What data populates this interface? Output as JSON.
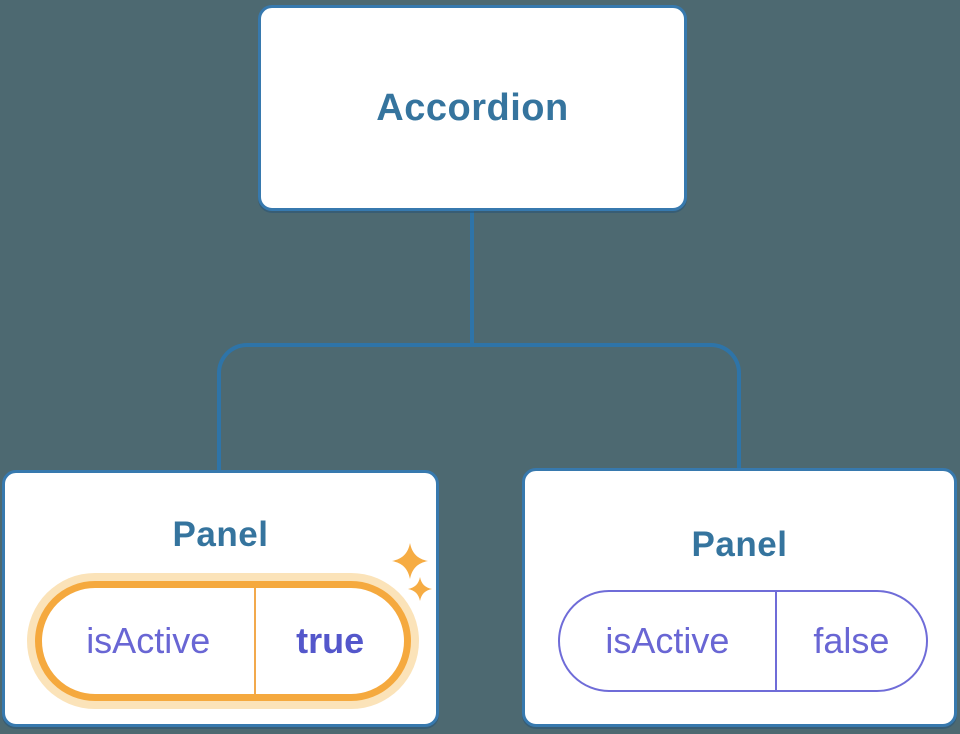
{
  "diagram": {
    "kind": "component-tree",
    "root": {
      "label": "Accordion"
    },
    "panels": [
      {
        "title": "Panel",
        "state": {
          "name": "isActive",
          "value": "true"
        },
        "highlighted": true
      },
      {
        "title": "Panel",
        "state": {
          "name": "isActive",
          "value": "false"
        },
        "highlighted": false
      }
    ]
  },
  "icons": [
    {
      "name": "sparkle-icon",
      "meaning": "state-just-changed highlight"
    }
  ],
  "colors": {
    "background": "#4D6971",
    "node_background": "#FFFFFF",
    "node_border": "#3779AE",
    "node_text": "#35749E",
    "connector": "#2E74A8",
    "state_text": "#6966D4",
    "state_value_active": "#5457CB",
    "highlight_border": "#F5A93E",
    "highlight_glow": "#FBE3B9",
    "sparkle": "#F6AC43"
  }
}
